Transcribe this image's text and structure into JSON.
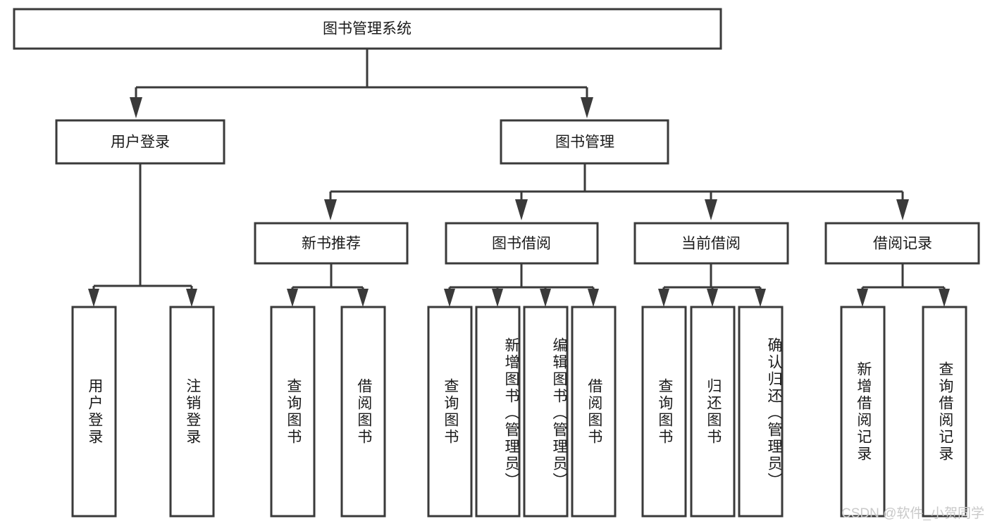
{
  "diagram": {
    "type": "tree",
    "title": "图书管理系统",
    "root": {
      "label": "图书管理系统"
    },
    "level2": [
      {
        "label": "用户登录"
      },
      {
        "label": "图书管理"
      }
    ],
    "level3": [
      {
        "label": "新书推荐",
        "parent": "图书管理"
      },
      {
        "label": "图书借阅",
        "parent": "图书管理"
      },
      {
        "label": "当前借阅",
        "parent": "图书管理"
      },
      {
        "label": "借阅记录",
        "parent": "图书管理"
      }
    ],
    "leaves": {
      "用户登录": [
        {
          "label": "用户登录"
        },
        {
          "label": "注销登录"
        }
      ],
      "新书推荐": [
        {
          "label": "查询图书"
        },
        {
          "label": "借阅图书"
        }
      ],
      "图书借阅": [
        {
          "label": "查询图书"
        },
        {
          "label": "新增图书（管理员）"
        },
        {
          "label": "编辑图书（管理员）"
        },
        {
          "label": "借阅图书"
        }
      ],
      "当前借阅": [
        {
          "label": "查询图书"
        },
        {
          "label": "归还图书"
        },
        {
          "label": "确认归还（管理员）"
        }
      ],
      "借阅记录": [
        {
          "label": "新增借阅记录"
        },
        {
          "label": "查询借阅记录"
        }
      ]
    }
  },
  "watermark": {
    "text": "CSDN @软件_小贺同学"
  },
  "colors": {
    "stroke": "#3a3a3a",
    "box_fill": "#ffffff",
    "text": "#1a1a1a",
    "watermark": "#c9c9c9",
    "background": "#ffffff"
  }
}
